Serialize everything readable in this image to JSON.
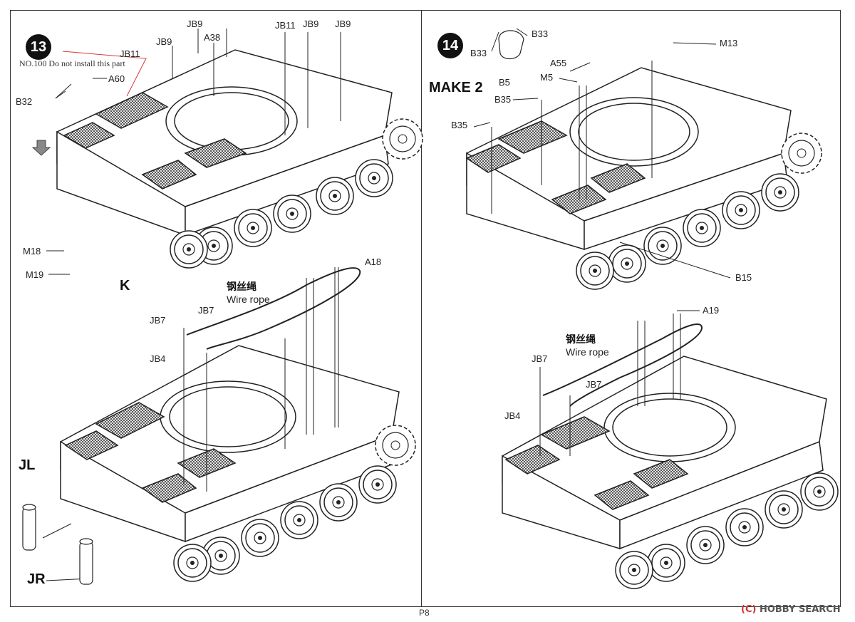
{
  "page": {
    "number": "P8"
  },
  "watermark": {
    "text": "HOBBY SEARCH",
    "mark": "(C)"
  },
  "step13": {
    "number": "13",
    "note": "NO.100  Do not install this part",
    "subassembly_k": "K",
    "labels": {
      "JB9_a": "JB9",
      "JB9_b": "JB9",
      "JB9_c": "JB9",
      "JB9_d": "JB9",
      "JB11_a": "JB11",
      "JB11_b": "JB11",
      "A38": "A38",
      "A60": "A60",
      "B32": "B32",
      "M18": "M18",
      "M19": "M19"
    }
  },
  "step13b": {
    "cn_wire": "钢丝绳",
    "en_wire": "Wire rope",
    "labels": {
      "A18": "A18",
      "JB7_a": "JB7",
      "JB7_b": "JB7",
      "JB4": "JB4",
      "JL": "JL",
      "JR": "JR"
    }
  },
  "step14": {
    "number": "14",
    "make": "MAKE 2",
    "labels": {
      "B33_a": "B33",
      "B33_b": "B33",
      "B5": "B5",
      "A55": "A55",
      "M5": "M5",
      "M13": "M13",
      "B35_a": "B35",
      "B35_b": "B35",
      "B15": "B15"
    }
  },
  "step14b": {
    "cn_wire": "钢丝绳",
    "en_wire": "Wire rope",
    "labels": {
      "A19": "A19",
      "JB7_a": "JB7",
      "JB7_b": "JB7",
      "JB4": "JB4"
    }
  },
  "colors": {
    "accent_line": "#d63a3a",
    "ink": "#222222",
    "frame": "#333333"
  },
  "icons": {
    "arrow": "down-arrow-icon",
    "logo": "hobby-search-logo-icon"
  }
}
